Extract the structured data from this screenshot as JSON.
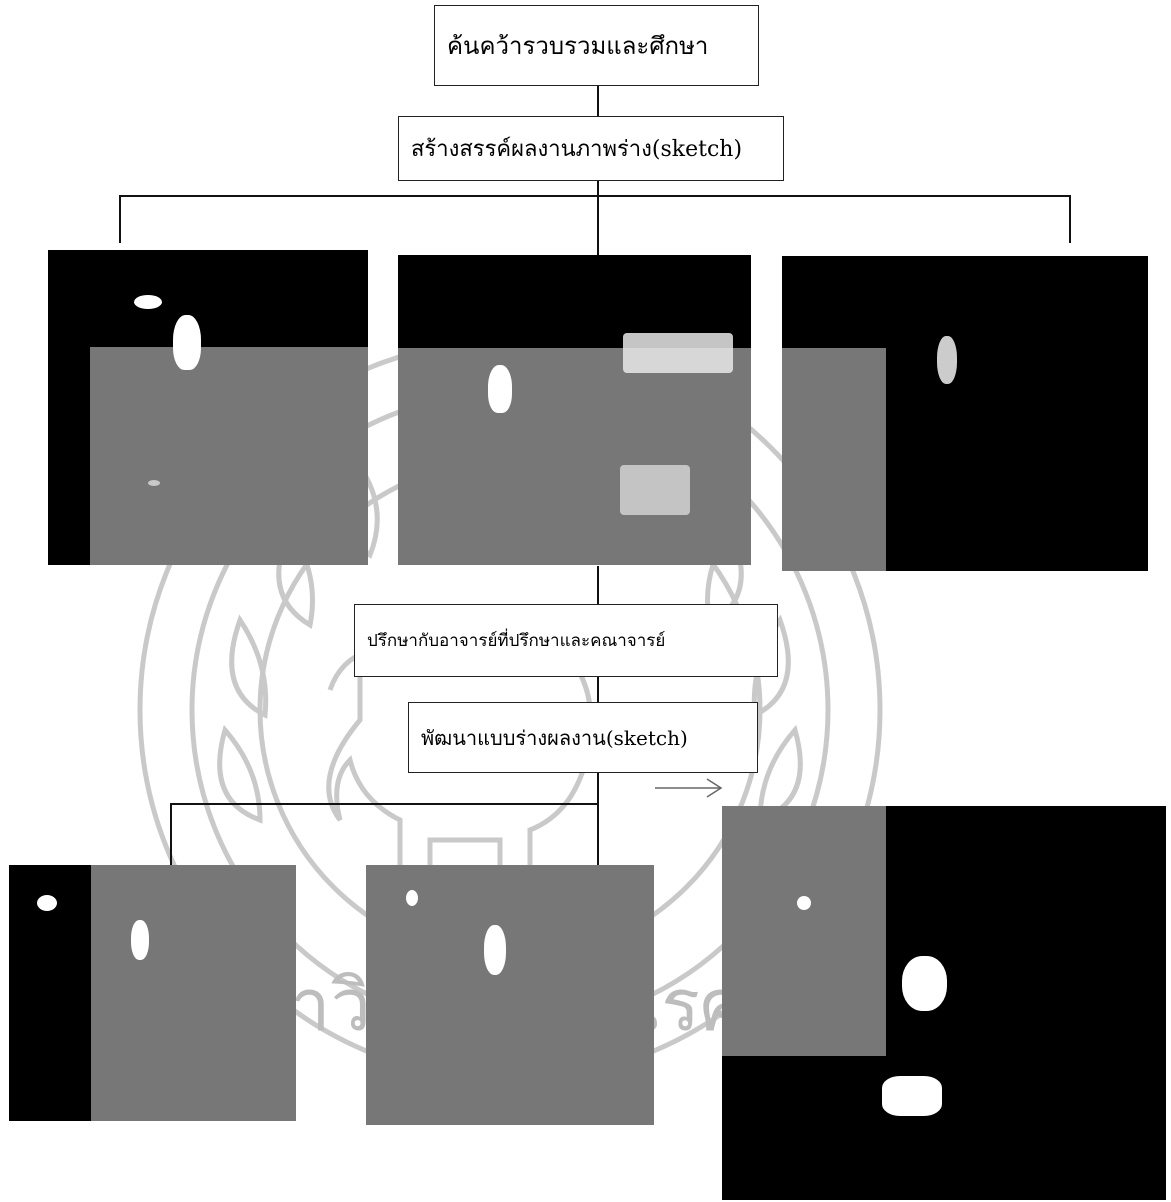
{
  "diagram": {
    "step1": "ค้นคว้ารวบรวมและศึกษา",
    "step2": "สร้างสรรค์ผลงานภาพร่าง(sketch)",
    "step3": "ปรึกษากับอาจารย์ที่ปรึกษาและคณาจารย์",
    "step4": "พัฒนาแบบร่างผลงาน(sketch)"
  },
  "watermark": {
    "text": "มหาวิทยาลัยนเรศวร"
  },
  "colors": {
    "photo_dark": "#000000",
    "photo_gray": "#777777",
    "line": "#111111",
    "watermark": "#bdbdbd"
  }
}
